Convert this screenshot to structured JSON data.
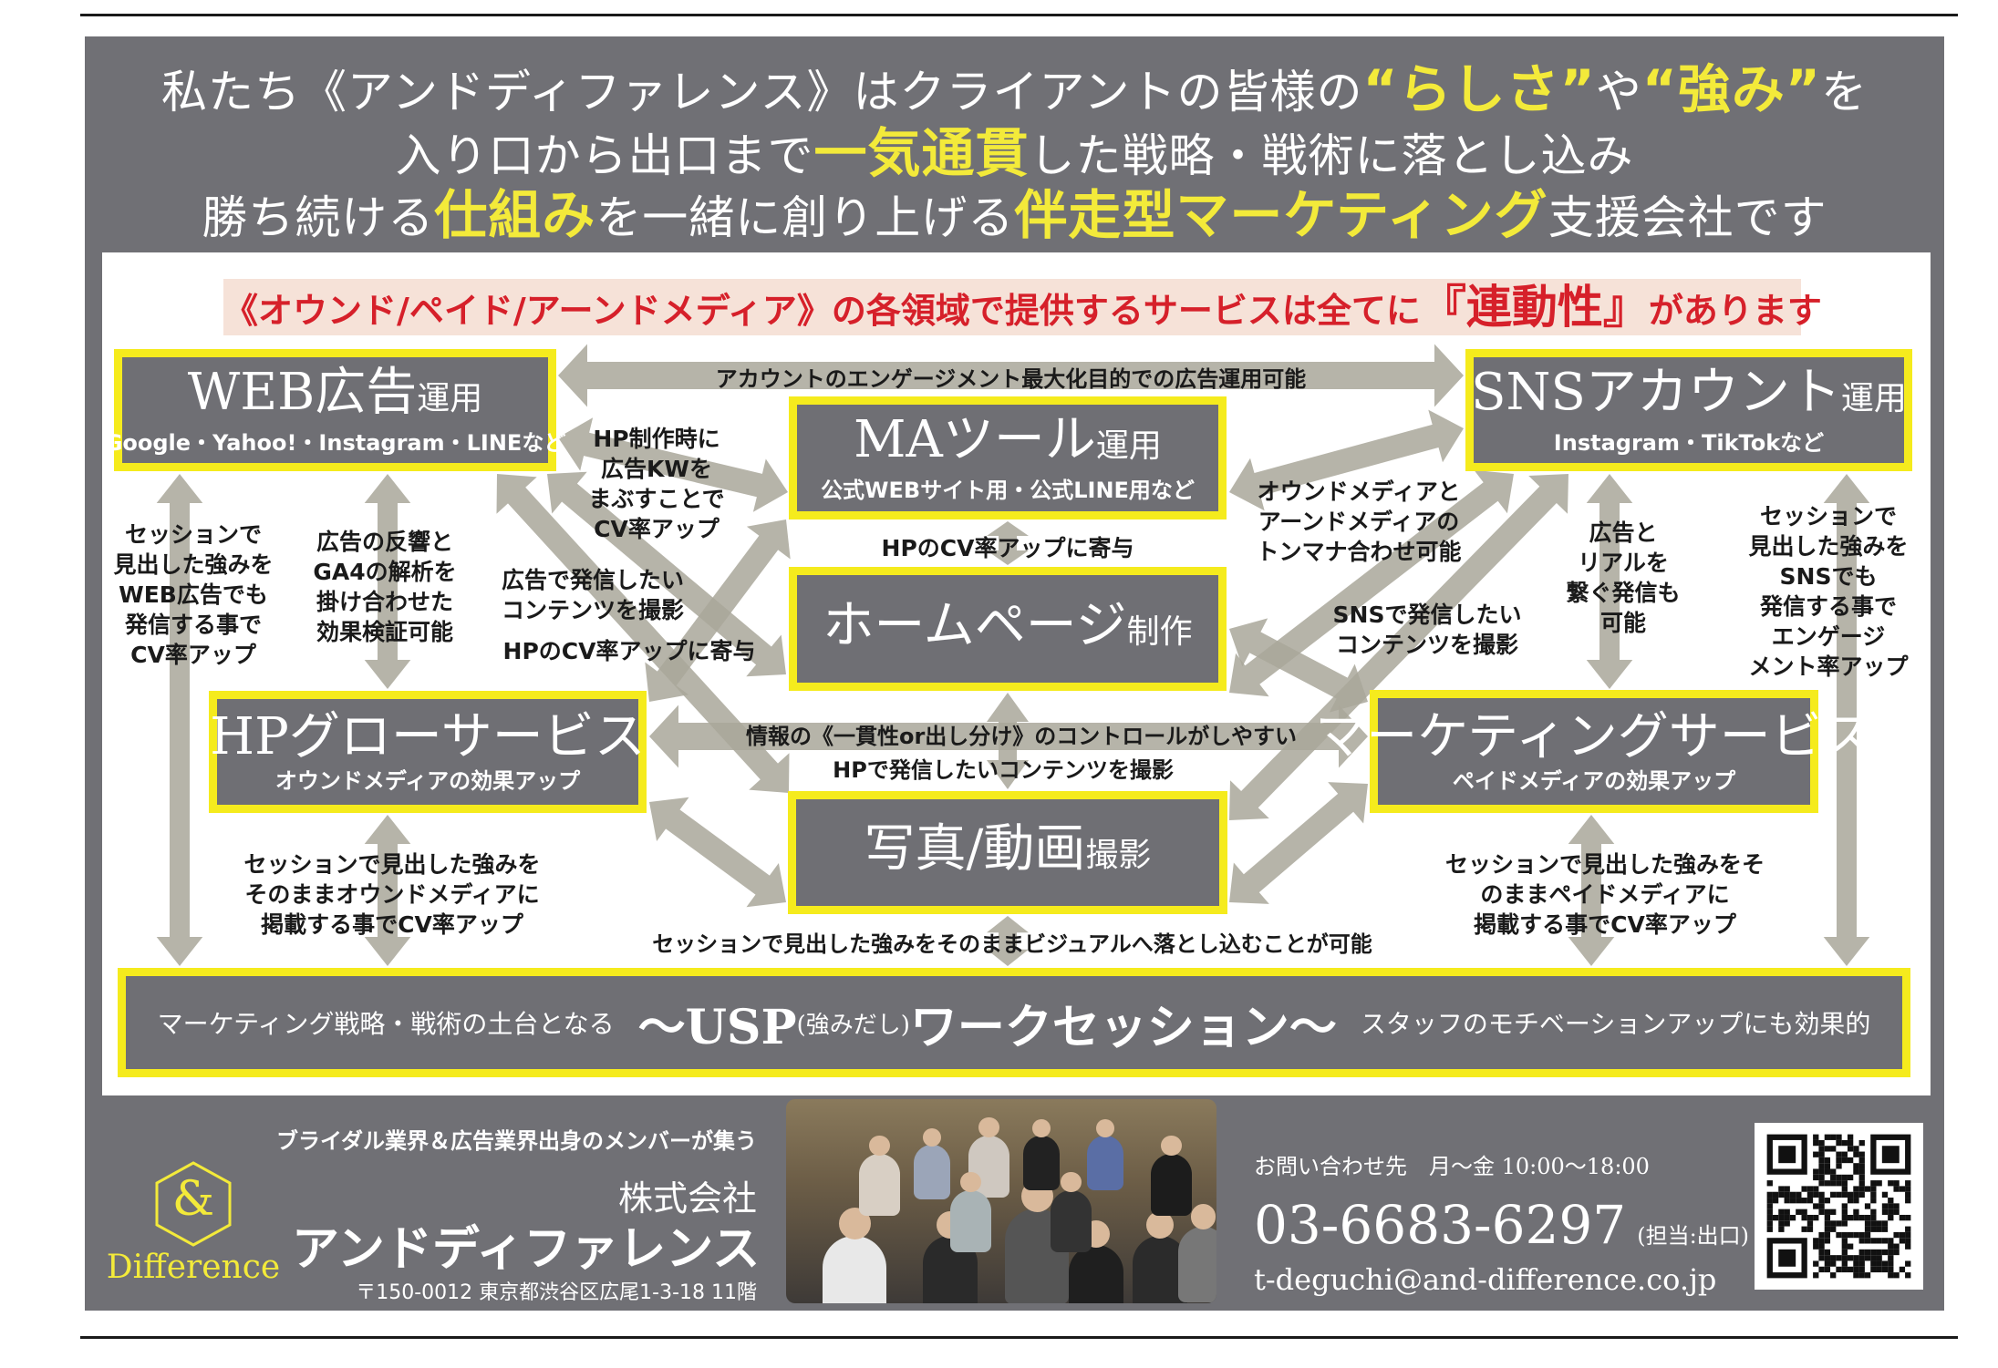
{
  "header": {
    "line1": [
      {
        "text": "私たち《アンドディファレンス》はクライアントの皆様の",
        "hl": false
      },
      {
        "text": "“らしさ”",
        "hl": true
      },
      {
        "text": "や",
        "hl": false
      },
      {
        "text": "“強み”",
        "hl": true
      },
      {
        "text": "を",
        "hl": false
      }
    ],
    "line2": [
      {
        "text": "入り口から出口まで",
        "hl": false
      },
      {
        "text": "一気通貫",
        "hl": true
      },
      {
        "text": "した戦略・戦術に落とし込み",
        "hl": false
      }
    ],
    "line3": [
      {
        "text": "勝ち続ける",
        "hl": false
      },
      {
        "text": "仕組み",
        "hl": true
      },
      {
        "text": "を一緒に創り上げる",
        "hl": false
      },
      {
        "text": "伴走型マーケティング",
        "hl": true
      },
      {
        "text": "支援会社です",
        "hl": false
      }
    ]
  },
  "tagline": {
    "before": "《オウンド/ペイド/アーンドメディア》の各領域で提供するサービスは全てに",
    "emphasis": "『連動性』",
    "after": "があります"
  },
  "services": {
    "web_ads": {
      "title": "WEB広告",
      "suffix": "運用",
      "sub": "Google・Yahoo!・Instagram・LINEなど"
    },
    "ma_tool": {
      "title": "MAツール",
      "suffix": "運用",
      "sub": "公式WEBサイト用・公式LINE用など"
    },
    "sns": {
      "title": "SNSアカウント",
      "suffix": "運用",
      "sub": "Instagram・TikTokなど"
    },
    "homepage": {
      "title": "ホームページ",
      "suffix": "制作"
    },
    "hp_grow": {
      "title": "HPグローサービス",
      "sub": "オウンドメディアの効果アップ"
    },
    "marketing": {
      "title": "マーケティングサービス",
      "sub": "ペイドメディアの効果アップ"
    },
    "photo": {
      "title": "写真/動画",
      "suffix": "撮影"
    },
    "usp": {
      "pre": "マーケティング戦略・戦術の土台となる",
      "main_a": "〜USP",
      "paren": "(強みだし)",
      "main_b": "ワークセッション〜",
      "post": "スタッフのモチベーションアップにも効果的"
    }
  },
  "notes": {
    "web_sns": [
      "アカウントのエンゲージメント最大化目的での広告運用可能"
    ],
    "web_ma": [
      "HP制作時に",
      "広告KWを",
      "まぶすことで",
      "CV率アップ"
    ],
    "left_outer": [
      "セッションで",
      "見出した強みを",
      "WEB広告でも",
      "発信する事で",
      "CV率アップ"
    ],
    "left_inner": [
      "広告の反響と",
      "GA4の解析を",
      "掛け合わせた",
      "効果検証可能"
    ],
    "ads_photo": [
      "広告で発信したい",
      "コンテンツを撮影"
    ],
    "left_hp": [
      "HPのCV率アップに寄与"
    ],
    "ma_hp": [
      "HPのCV率アップに寄与"
    ],
    "owned_earned": [
      "オウンドメディアと",
      "アーンドメディアの",
      "トンマナ合わせ可能"
    ],
    "sns_photo": [
      "SNSで発信したい",
      "コンテンツを撮影"
    ],
    "ads_real": [
      "広告と",
      "リアルを",
      "繋ぐ発信も",
      "可能"
    ],
    "right_outer": [
      "セッションで",
      "見出した強みを",
      "SNSでも",
      "発信する事で",
      "エンゲージ",
      "メント率アップ"
    ],
    "info_control": [
      "情報の《一貫性or出し分け》のコントロールがしやすい"
    ],
    "hp_photo": [
      "HPで発信したいコンテンツを撮影"
    ],
    "owned_cv": [
      "セッションで見出した強みを",
      "そのままオウンドメディアに",
      "掲載する事でCV率アップ"
    ],
    "paid_cv": [
      "セッションで見出した強みをそ",
      "のままペイドメディアに",
      "掲載する事でCV率アップ"
    ],
    "visual": [
      "セッションで見出した強みをそのままビジュアルへ落とし込むことが可能"
    ]
  },
  "footer": {
    "catch": "ブライダル業界＆広告業界出身のメンバーが集う",
    "company_prefix": "株式会社",
    "company_name": "アンドディファレンス",
    "address": "〒150-0012 東京都渋谷区広尾1-3-18 11階",
    "logo_symbol": "&",
    "logo_text": "Difference",
    "contact_label": "お問い合わせ先　月〜金 10:00〜18:00",
    "phone": "03-6683-6297",
    "phone_note": "(担当:出口)",
    "email": "t-deguchi@and-difference.co.jp"
  },
  "colors": {
    "panel": "#707075",
    "box": "#6f6f74",
    "box_border": "#f5eb1d",
    "highlight": "#f3ea3a",
    "arrow": "#a9a79a",
    "tagline_red": "#d6202a",
    "tagline_bg": "#f6e2d8"
  }
}
